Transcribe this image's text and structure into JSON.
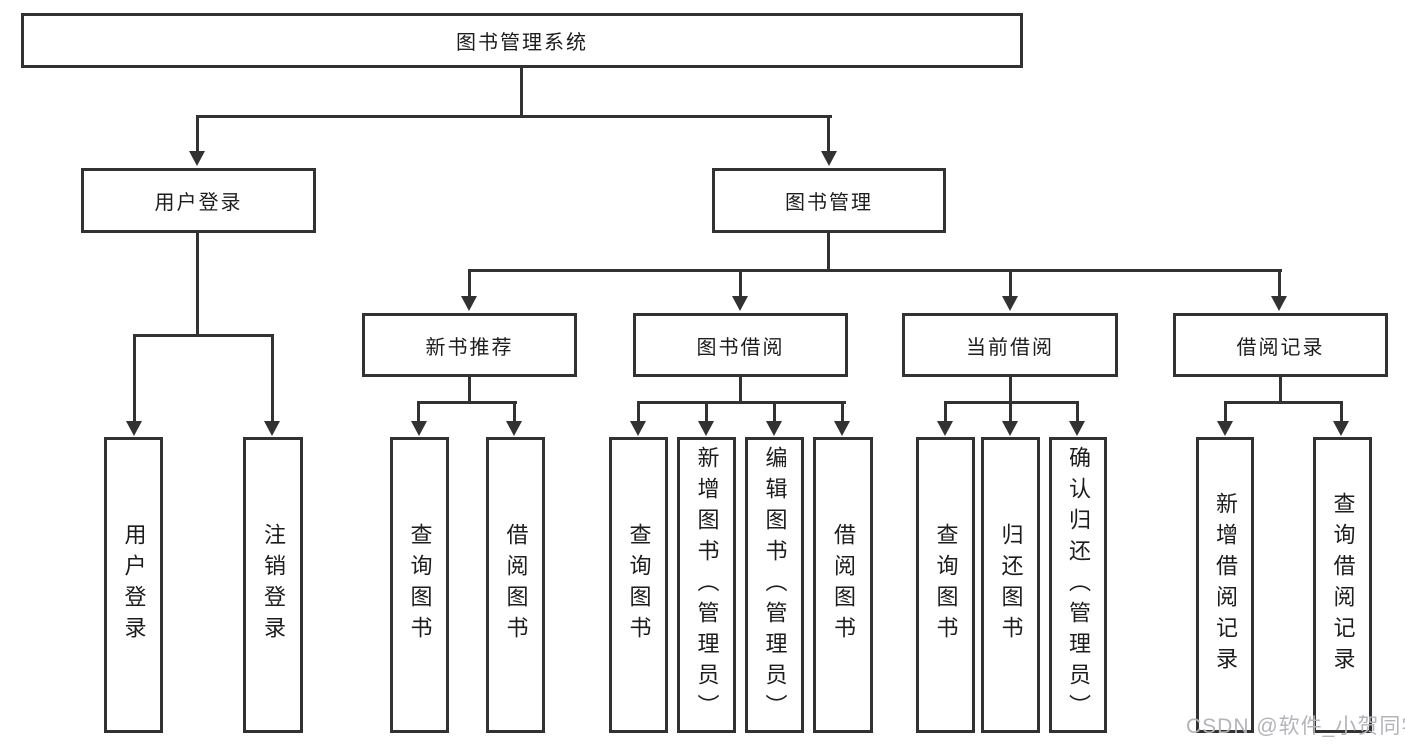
{
  "nodes": {
    "root": "图书管理系统",
    "level2": [
      "用户登录",
      "图书管理"
    ],
    "level3": [
      "新书推荐",
      "图书借阅",
      "当前借阅",
      "借阅记录"
    ],
    "leaves": [
      "用户登录",
      "注销登录",
      "查询图书",
      "借阅图书",
      "查询图书",
      "新增图书（管理员）",
      "编辑图书（管理员）",
      "借阅图书",
      "查询图书",
      "归还图书",
      "确认归还（管理员）",
      "新增借阅记录",
      "查询借阅记录"
    ]
  },
  "hierarchy": {
    "图书管理系统": {
      "用户登录": [
        "用户登录",
        "注销登录"
      ],
      "图书管理": {
        "新书推荐": [
          "查询图书",
          "借阅图书"
        ],
        "图书借阅": [
          "查询图书",
          "新增图书（管理员）",
          "编辑图书（管理员）",
          "借阅图书"
        ],
        "当前借阅": [
          "查询图书",
          "归还图书",
          "确认归还（管理员）"
        ],
        "借阅记录": [
          "新增借阅记录",
          "查询借阅记录"
        ]
      }
    }
  },
  "watermark": {
    "text": "CSDN @软件_小贺同学"
  },
  "colors": {
    "line": "#323232",
    "text": "#1d1d1d",
    "watermark": "#b4b4b9",
    "background": "#ffffff"
  }
}
